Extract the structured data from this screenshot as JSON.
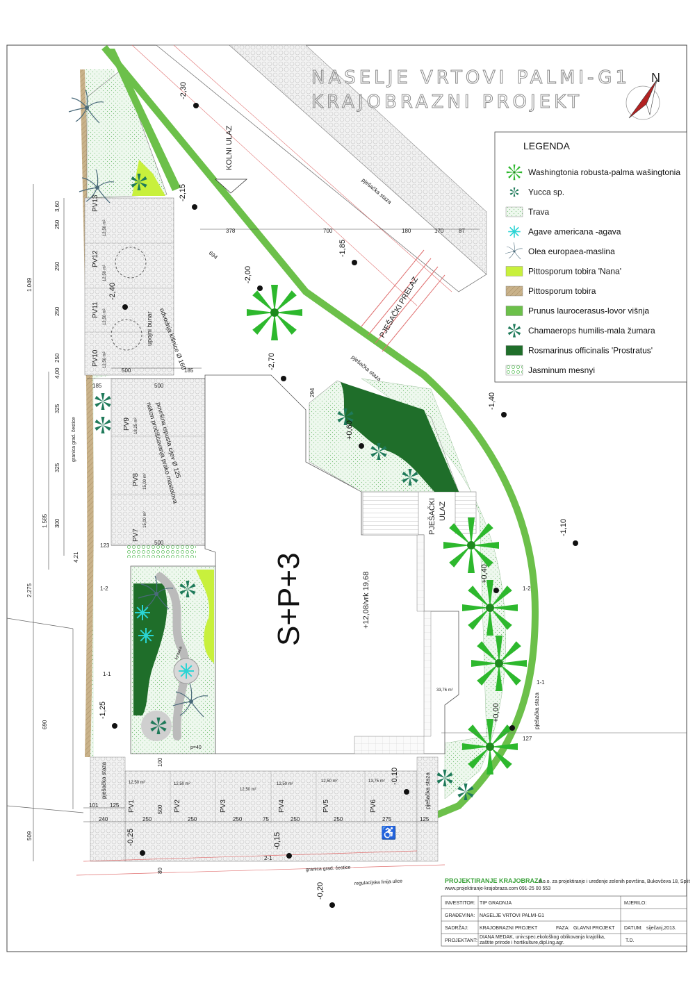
{
  "title": {
    "line1": "NASELJE VRTOVI PALMI-G1",
    "line2": "KRAJOBRAZNI PROJEKT"
  },
  "north": "N",
  "legend": {
    "title": "LEGENDA",
    "items": [
      {
        "label": "Washingtonia robusta-palma wašingtonia",
        "symbol": "palm",
        "color": "#2db82d"
      },
      {
        "label": "Yucca sp.",
        "symbol": "yucca",
        "color": "#1f6b4a"
      },
      {
        "label": "Trava",
        "symbol": "grass",
        "color": "#dff2df"
      },
      {
        "label": "Agave americana -agava",
        "symbol": "agave",
        "color": "#2ad4d4"
      },
      {
        "label": "Olea europaea-maslina",
        "symbol": "olive",
        "color": "#4a6a7a"
      },
      {
        "label": "Pittosporum tobira 'Nana'",
        "symbol": "fill",
        "color": "#c8f03c"
      },
      {
        "label": "Pittosporum tobira",
        "symbol": "fill",
        "color": "#b8a27a"
      },
      {
        "label": "Prunus laurocerasus-lovor višnja",
        "symbol": "fill",
        "color": "#6cc04a"
      },
      {
        "label": "Chamaerops humilis-mala žumara",
        "symbol": "chamaerops",
        "color": "#1f7a5a"
      },
      {
        "label": "Rosmarinus officinalis 'Prostratus'",
        "symbol": "fill",
        "color": "#1f6e2a"
      },
      {
        "label": "Jasminum mesnyi",
        "symbol": "jasmine",
        "color": "#8fd88f"
      }
    ]
  },
  "plan": {
    "building": "S+P+3",
    "building_level": "+12,08/vrk 19,68",
    "labels": {
      "kolni_ulaz": "KOLNI ULAZ",
      "pjesacki_prelaz": "PJEŠAČKI PRELAZ",
      "pjesacki_ulaz_1": "PJEŠAČKI",
      "pjesacki_ulaz_2": "ULAZ",
      "pjesacka_staza": "pješačka staza",
      "upojni_bunar": "upojni bunar",
      "odvodnja": "odvodnja kišnice Ø 160",
      "povrsina_1": "površina ispusta cijev Ø 125",
      "povrsina_2": "nakon pročišćavanja prako mastolova",
      "granica_cestice": "granica grad. čestice",
      "regulacijska": "regulacijska linija ulice",
      "fountain": "fontana",
      "plaza_note": "p=40"
    },
    "parking_left": [
      "PV13",
      "PV12",
      "PV11",
      "PV10",
      "PV9",
      "PV8",
      "PV7"
    ],
    "parking_left_areas": [
      "12,50 m²",
      "12,50 m²",
      "12,50 m²",
      "12,50 m²",
      "18,25 m²",
      "15,00 m²",
      "15,00 m²"
    ],
    "parking_bottom": [
      "PV1",
      "PV2",
      "PV3",
      "PV4",
      "PV5",
      "PV6"
    ],
    "parking_bottom_areas": [
      "12,50 m²",
      "12,50 m²",
      "12,50 m²",
      "12,50 m²",
      "12,50 m²",
      "13,75 m²"
    ],
    "elevations": [
      "-2,30",
      "-2,15",
      "-1,85",
      "-2,00",
      "-2,40",
      "-2,70",
      "+0,60",
      "-1,40",
      "-1,10",
      "+0,40",
      "+0,00",
      "-1,25",
      "-0,10",
      "-0,25",
      "-0,15",
      "-0,20"
    ],
    "dims_left": [
      "3,60",
      "250",
      "250",
      "250",
      "250",
      "4,00",
      "325",
      "325",
      "300",
      "4,21"
    ],
    "dims_outer": [
      "1.049",
      "1.585",
      "2.275",
      "690",
      "509"
    ],
    "dims_top": [
      "378",
      "700",
      "180",
      "170",
      "87",
      "694"
    ],
    "dims_mid": [
      "500",
      "185",
      "185",
      "500",
      "123",
      "500"
    ],
    "dims_bottom": [
      "101",
      "125",
      "240",
      "250",
      "250",
      "250",
      "75",
      "250",
      "250",
      "275",
      "125",
      "500",
      "100",
      "80"
    ],
    "dims_misc": [
      "294",
      "127",
      "1-1",
      "1-2",
      "2-1",
      "33,76 m²"
    ]
  },
  "title_block": {
    "company": "PROJEKTIRANJE KRAJOBRAZA",
    "company_desc": "d.o.o. za projektiranje i uređenje zelenih površina, Bukovčeva 18, Split",
    "web": "www.projektiranje-krajobraza.com    091-25 00 553",
    "investitor_label": "INVESTITOR:",
    "investitor": "TIP GRADNJA",
    "mjerilo_label": "MJERILO:",
    "gradevina_label": "GRAĐEVINA:",
    "gradevina": "NASELJE VRTOVI PALMI-G1",
    "sadrzaj_label": "SADRŽAJ:",
    "sadrzaj": "KRAJOBRAZNI PROJEKT",
    "faza_label": "FAZA:",
    "faza": "GLAVNI PROJEKT",
    "datum_label": "DATUM:",
    "datum": "siječanj,2013.",
    "projektant_label": "PROJEKTANT:",
    "projektant_1": "DIANA MEDAK, univ.spec.ekološkog oblikovanja krajolika,",
    "projektant_2": "zaštite prirode i hortikulture,dipl.ing.agr.",
    "td": "T.D."
  }
}
